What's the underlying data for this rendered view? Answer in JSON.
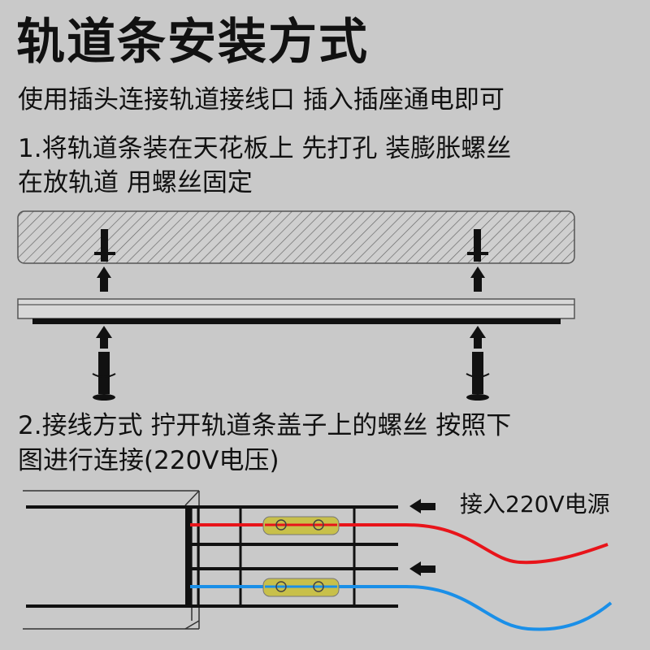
{
  "title": "轨道条安装方式",
  "intro": "使用插头连接轨道接线口 插入插座通电即可",
  "step1": {
    "line1": "1.将轨道条装在天花板上 先打孔 装膨胀螺丝",
    "line2": "在放轨道 用螺丝固定"
  },
  "step2": {
    "line1": "2.接线方式 拧开轨道条盖子上的螺丝 按照下",
    "line2": "图进行连接(220V电压)"
  },
  "wiring": {
    "power_label": "接入220V电源"
  },
  "colors": {
    "background": "#c9c9c9",
    "live_wire": "#e8141a",
    "neutral_wire": "#1a8fe8",
    "terminal": "#c8c04a",
    "ink": "#111111"
  }
}
